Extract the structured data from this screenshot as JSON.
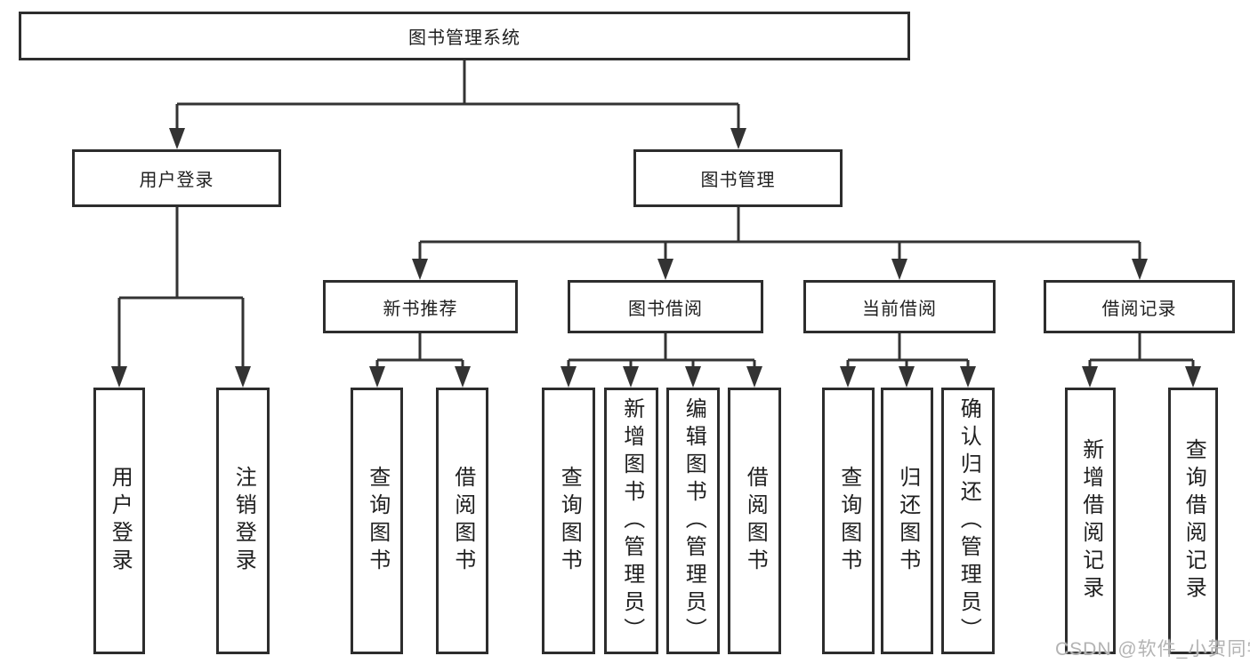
{
  "diagram": {
    "watermark": "CSDN @软件_小贺同学",
    "colors": {
      "line": "#333333",
      "box_border": "#2d2d2d",
      "text": "#1f1f1f",
      "watermark": "#b3b3b3",
      "background": "#ffffff"
    },
    "tree": {
      "label": "图书管理系统",
      "children": [
        {
          "label": "用户登录",
          "children": [
            {
              "label": "用户登录"
            },
            {
              "label": "注销登录"
            }
          ]
        },
        {
          "label": "图书管理",
          "children": [
            {
              "label": "新书推荐",
              "children": [
                {
                  "label": "查询图书"
                },
                {
                  "label": "借阅图书"
                }
              ]
            },
            {
              "label": "图书借阅",
              "children": [
                {
                  "label": "查询图书"
                },
                {
                  "label": "新增图书（管理员）"
                },
                {
                  "label": "编辑图书（管理员）"
                },
                {
                  "label": "借阅图书"
                }
              ]
            },
            {
              "label": "当前借阅",
              "children": [
                {
                  "label": "查询图书"
                },
                {
                  "label": "归还图书"
                },
                {
                  "label": "确认归还（管理员）"
                }
              ]
            },
            {
              "label": "借阅记录",
              "children": [
                {
                  "label": "新增借阅记录"
                },
                {
                  "label": "查询借阅记录"
                }
              ]
            }
          ]
        }
      ]
    }
  }
}
